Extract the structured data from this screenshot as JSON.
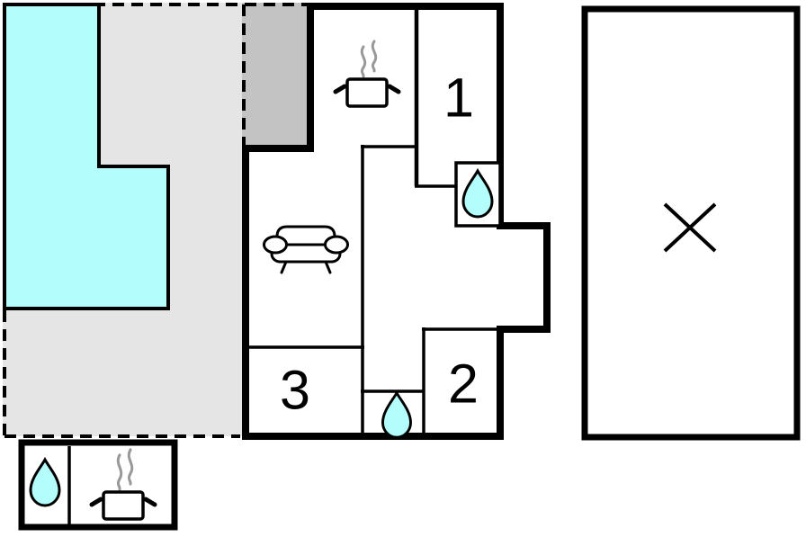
{
  "floorplan": {
    "rooms": [
      {
        "label": "1"
      },
      {
        "label": "2"
      },
      {
        "label": "3"
      }
    ],
    "icons": [
      {
        "name": "cooking-pot-icon",
        "area": "kitchen"
      },
      {
        "name": "steam-icon",
        "area": "kitchen"
      },
      {
        "name": "sofa-icon",
        "area": "living-room"
      },
      {
        "name": "water-drop-icon",
        "area": "bathroom-upper"
      },
      {
        "name": "water-drop-icon",
        "area": "shower-lower"
      },
      {
        "name": "water-drop-icon",
        "area": "annex"
      },
      {
        "name": "cooking-pot-icon",
        "area": "annex"
      },
      {
        "name": "cross-icon",
        "area": "secondary-building"
      }
    ],
    "colors": {
      "water": "#b3fdfd",
      "terrace": "#e6e5e5",
      "covered_terrace": "#c3c3c3",
      "wall": "#000000",
      "interior": "#ffffff",
      "steam": "#999999"
    }
  }
}
